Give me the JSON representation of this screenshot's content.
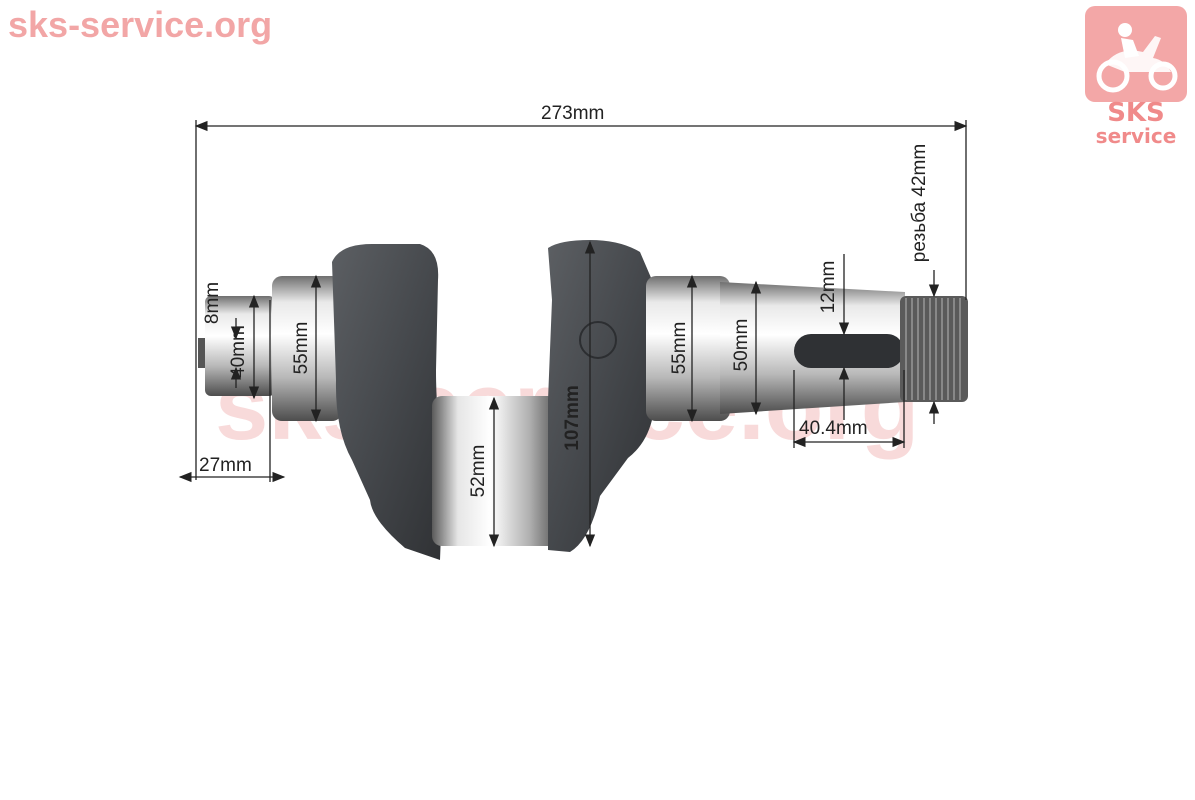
{
  "watermark": {
    "site": "sks-service.org",
    "center_text": "sks-service.org",
    "logo_line1": "SKS",
    "logo_line2": "service"
  },
  "dimensions": {
    "total_length": "273mm",
    "key_width": "8mm",
    "shaft_end_diameter": "40mm",
    "bearing_left": "55mm",
    "end_length": "27mm",
    "crank_pin": "52mm",
    "web_height": "107mm",
    "bearing_right": "55mm",
    "taper_diameter": "50mm",
    "slot_width": "12mm",
    "slot_length": "40.4mm",
    "thread": "резьба 42mm"
  }
}
